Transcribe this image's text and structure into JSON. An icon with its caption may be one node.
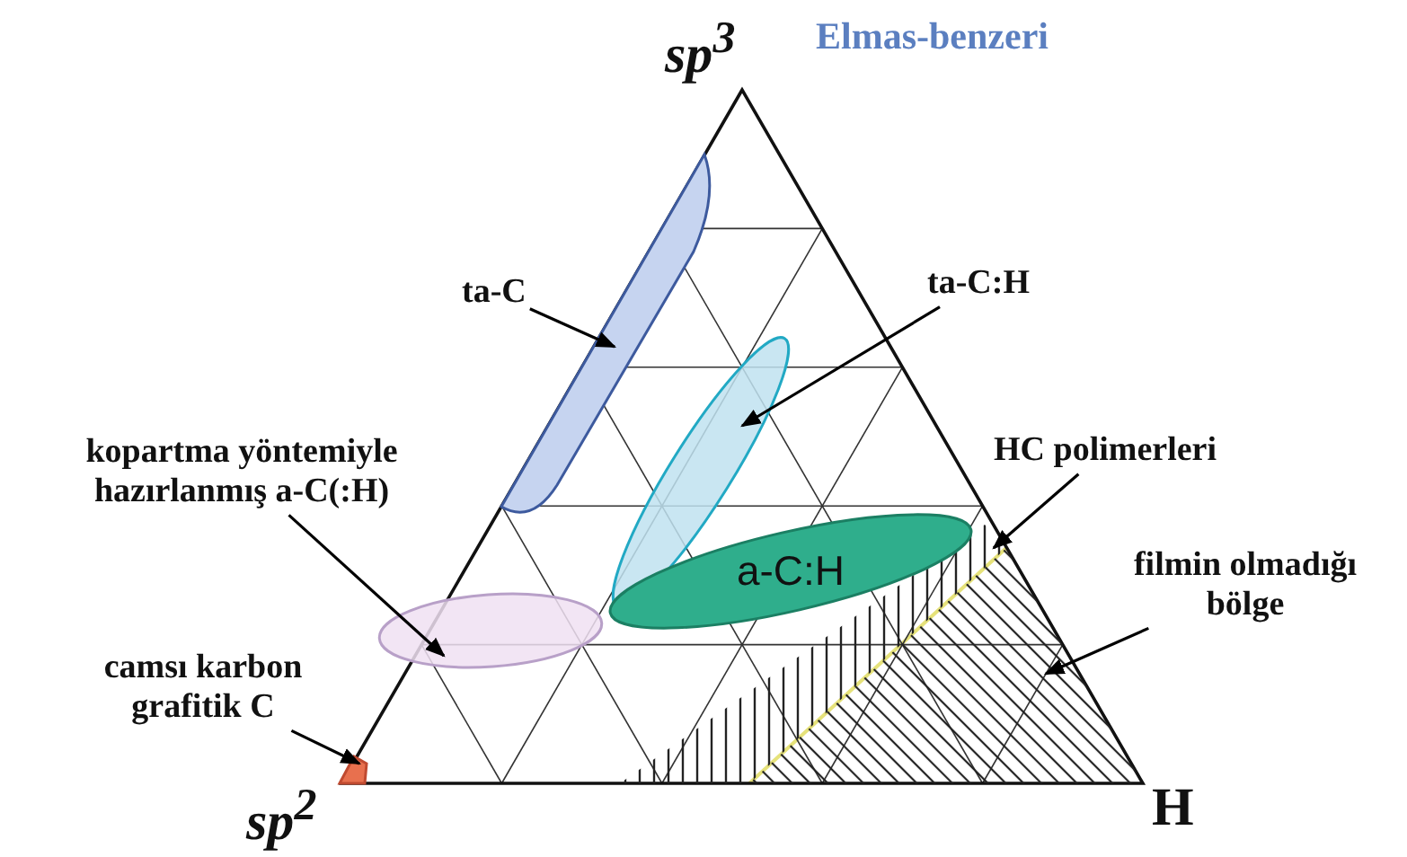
{
  "diagram": {
    "nodes": [
      {
        "text": [
          "ta-C"
        ]
      },
      {
        "text": [],
        "shape": "band"
      },
      {
        "text": [
          "ta-C:H"
        ]
      },
      {
        "text": [],
        "shape": "ellipse"
      },
      {
        "text": [
          "kopartma yöntemiyle hazırlanmış a-C(:H)"
        ]
      },
      {
        "text": [],
        "shape": "ellipse"
      },
      {
        "text": [
          "camsı karbon grafitik C"
        ]
      },
      {
        "text": [],
        "shape": "blob"
      },
      {
        "text": [
          "HC polimerleri"
        ]
      },
      {
        "text": [],
        "shape": "band"
      },
      {
        "text": [
          "filmin olmadığı bölge"
        ]
      },
      {
        "text": [],
        "shape": "triangle"
      },
      {
        "text": [
          "a-C:H"
        ]
      }
    ],
    "edges": [
      {
        "from": 0,
        "to": 1,
        "arrow": "to"
      },
      {
        "from": 2,
        "to": 3,
        "arrow": "to"
      },
      {
        "from": 4,
        "to": 5,
        "arrow": "to"
      },
      {
        "from": 6,
        "to": 7,
        "arrow": "to"
      },
      {
        "from": 8,
        "to": 9,
        "arrow": "to"
      },
      {
        "from": 10,
        "to": 11,
        "arrow": "to"
      }
    ],
    "labels": [
      "sp$^{3}$",
      "Elmas-benzeri",
      "sp$^{2}$",
      "H"
    ]
  }
}
